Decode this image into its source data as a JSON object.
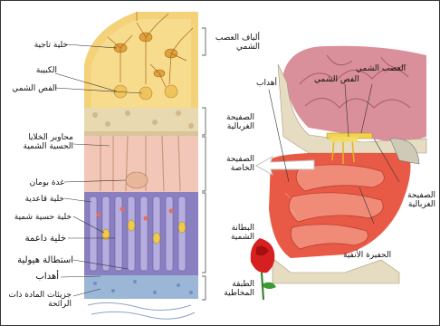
{
  "left_labels": [
    {
      "id": "crown-cell",
      "text": "خلية تاجية"
    },
    {
      "id": "glomerulus",
      "text": "الكبيبة"
    },
    {
      "id": "olfactory-bulb",
      "text": "الفص الشمي"
    },
    {
      "id": "axons",
      "text": "محاوير الخلايا الحسية الشمية"
    },
    {
      "id": "bowman-gland",
      "text": "غدة بومان"
    },
    {
      "id": "basal-cell",
      "text": "خلية قاعدية"
    },
    {
      "id": "olfactory-sensory-cell",
      "text": "خلية حسية شمية"
    },
    {
      "id": "supporting-cell",
      "text": "خلية داعمة"
    },
    {
      "id": "cilia-extension",
      "text": "استطالة هيولية"
    },
    {
      "id": "cilia",
      "text": "أهداب"
    },
    {
      "id": "odor-molecules",
      "text": "جزيئات المادة ذات الرائحة"
    }
  ],
  "right_labels": [
    {
      "id": "olfactory-nerve-fibers",
      "text": "ألياف العصب الشمي"
    },
    {
      "id": "cribriform-plate",
      "text": "الصفيحة الغربالية"
    },
    {
      "id": "lamina-propria",
      "text": "الصفيحة الخاصة"
    },
    {
      "id": "olfactory-lining",
      "text": "البطانة الشمية"
    },
    {
      "id": "mucous-layer",
      "text": "الطبقة المخاطية"
    }
  ],
  "nose_labels": {
    "cilia": "أهداب",
    "olfactory_nerve": "العصب الشمي",
    "olfactory_bulb": "الفص الشمي",
    "cribriform_plate": "الصفيحة الغربالية",
    "nasal_cavity": "الحفيرة الأنفية"
  },
  "colors": {
    "bulb_yellow": "#f4d27a",
    "bone": "#e9d9b0",
    "pink": "#f3c7b8",
    "cells_purple": "#8a7fc0",
    "mucus_blue": "#9cb6d8",
    "nose_red": "#e85a46",
    "brain_pink": "#d9909a"
  }
}
